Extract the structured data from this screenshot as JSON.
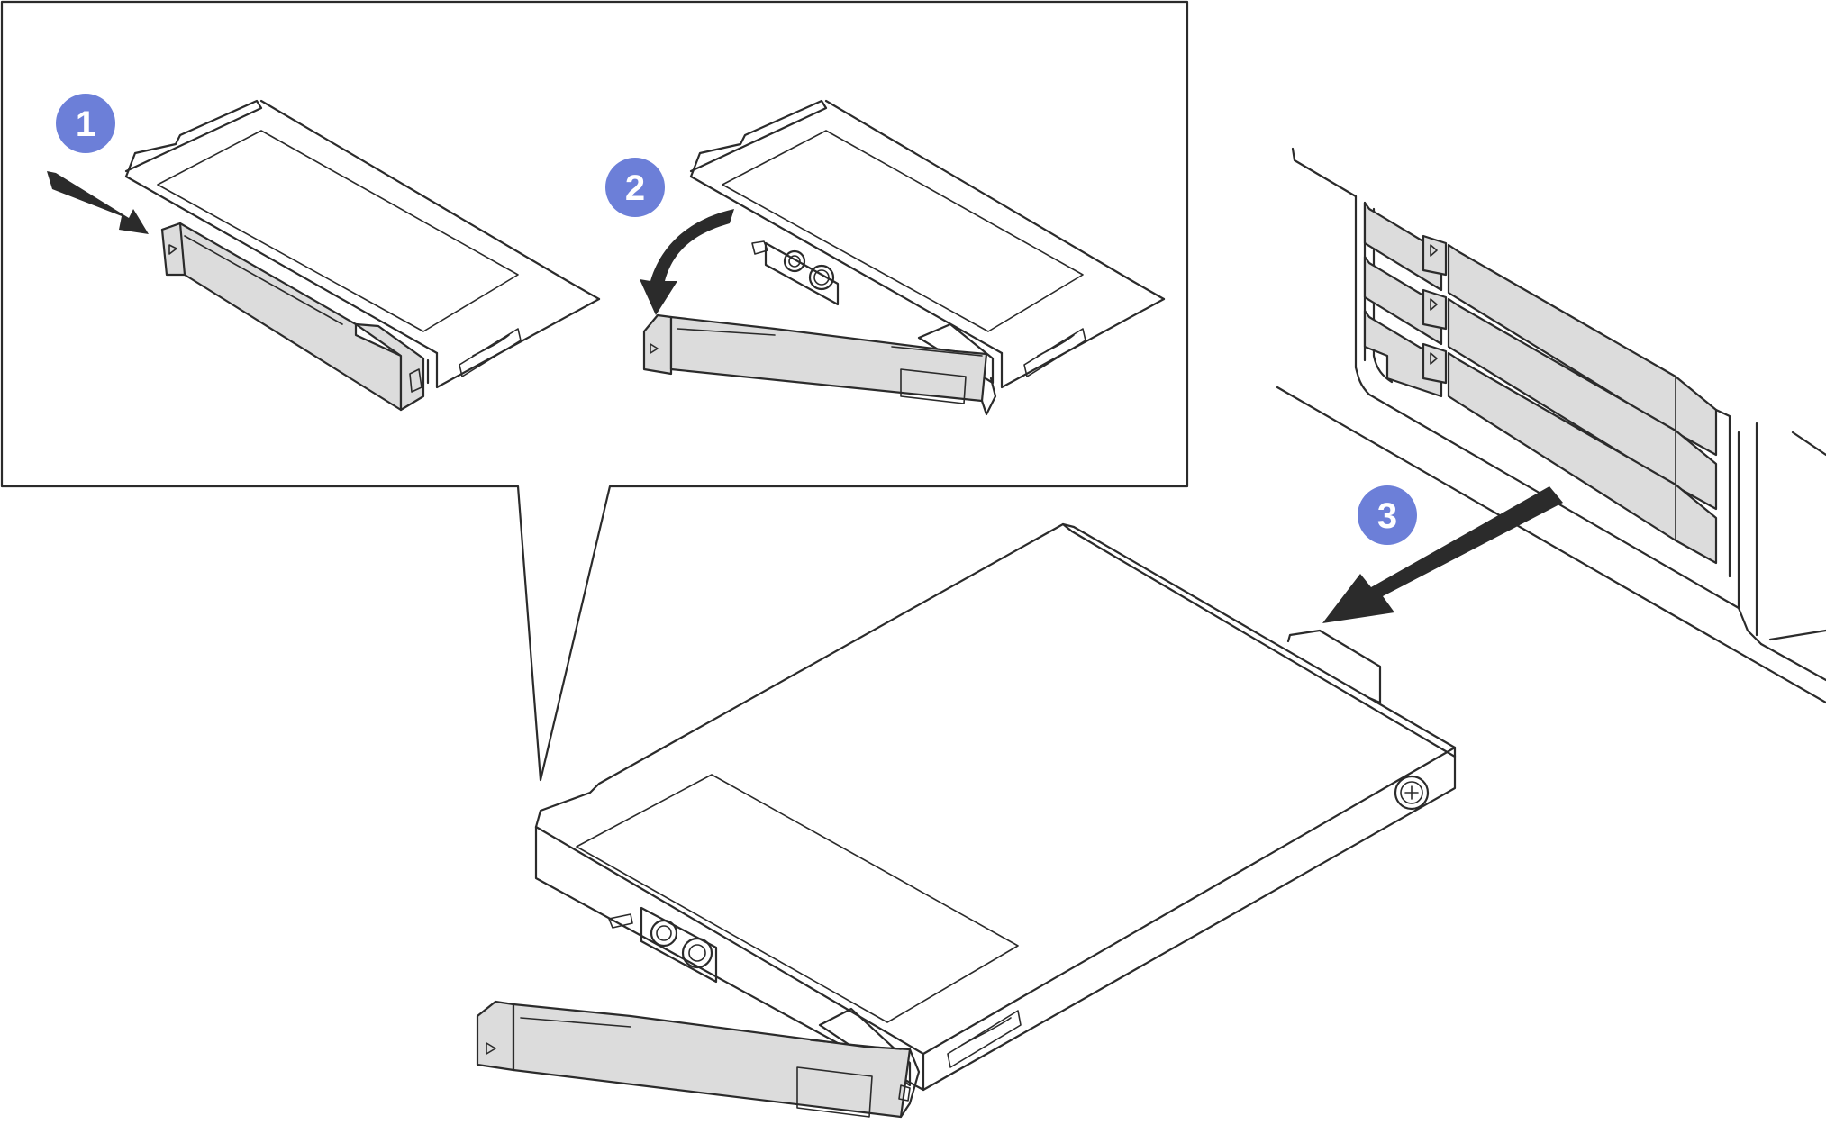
{
  "colors": {
    "badge": "#6c7fd8",
    "line": "#2b2b2b",
    "handle_fill": "#dcdcdc",
    "background": "#ffffff"
  },
  "steps": [
    {
      "label": "1",
      "action": "press-release-button"
    },
    {
      "label": "2",
      "action": "rotate-handle-open"
    },
    {
      "label": "3",
      "action": "slide-drive-out"
    }
  ],
  "icons": {
    "press_arrow": "straight-arrow-icon",
    "rotate_arrow": "curved-arrow-icon",
    "pull_arrow": "pull-out-arrow-icon",
    "release_button": "triangle-icon",
    "thumbscrew": "screw-icon"
  }
}
